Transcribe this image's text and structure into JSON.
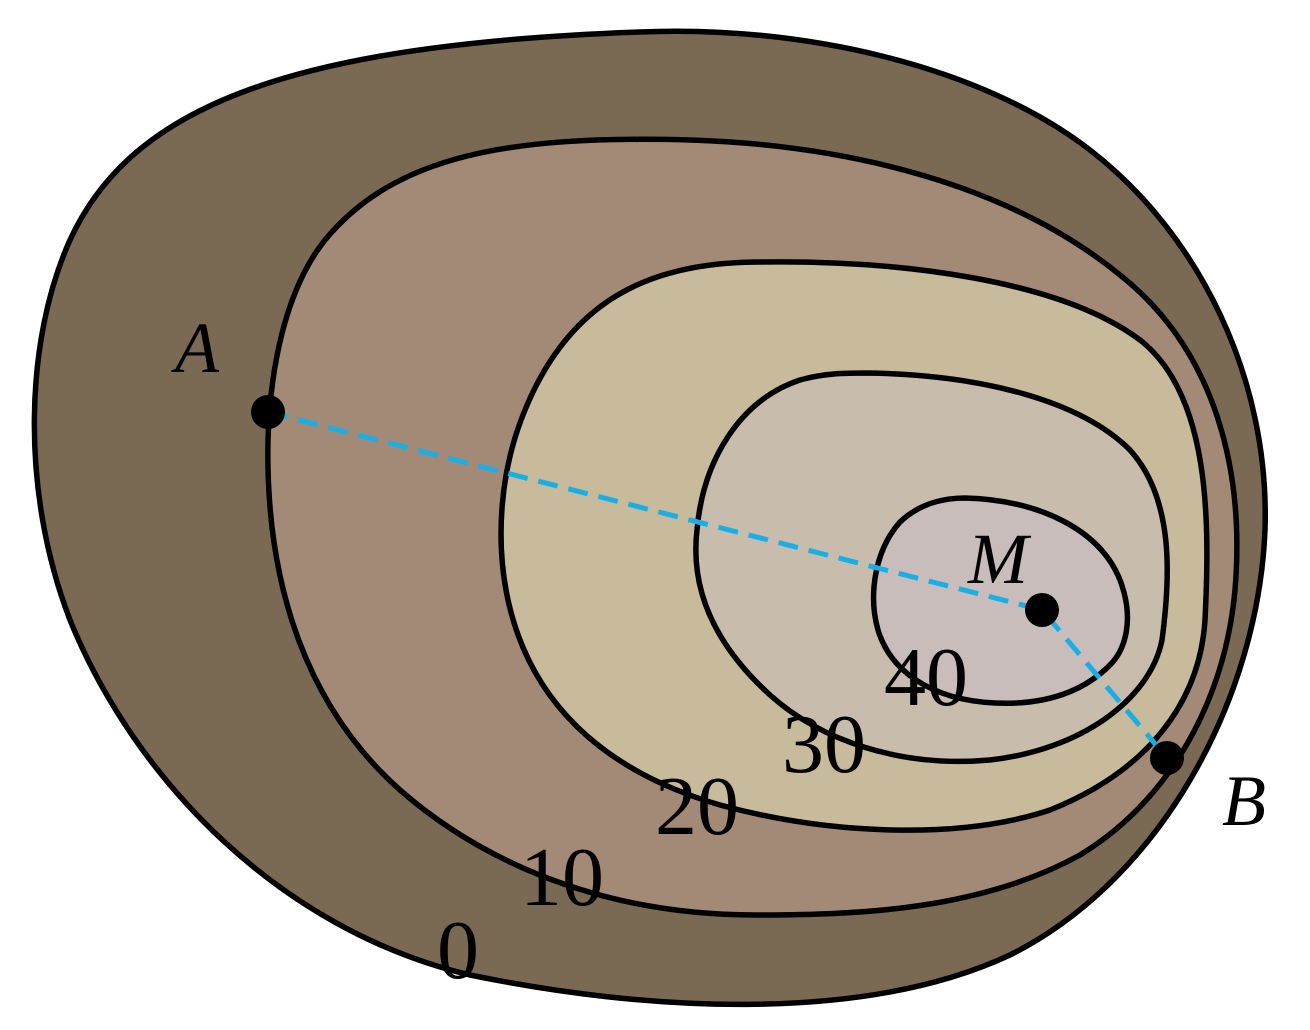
{
  "colors": {
    "level_0": "#7a6a54",
    "level_10": "#a38a76",
    "level_20": "#c7bb9b",
    "level_30": "#c8bdac",
    "level_40": "#c9bdbc",
    "route": "#18aee6"
  },
  "contours": [
    {
      "level": "0",
      "label": "0"
    },
    {
      "level": "10",
      "label": "10"
    },
    {
      "level": "20",
      "label": "20"
    },
    {
      "level": "30",
      "label": "30"
    },
    {
      "level": "40",
      "label": "40"
    }
  ],
  "points": {
    "A": {
      "label": "A"
    },
    "M": {
      "label": "M"
    },
    "B": {
      "label": "B"
    }
  },
  "route": {
    "path": [
      "A",
      "M",
      "B"
    ]
  }
}
